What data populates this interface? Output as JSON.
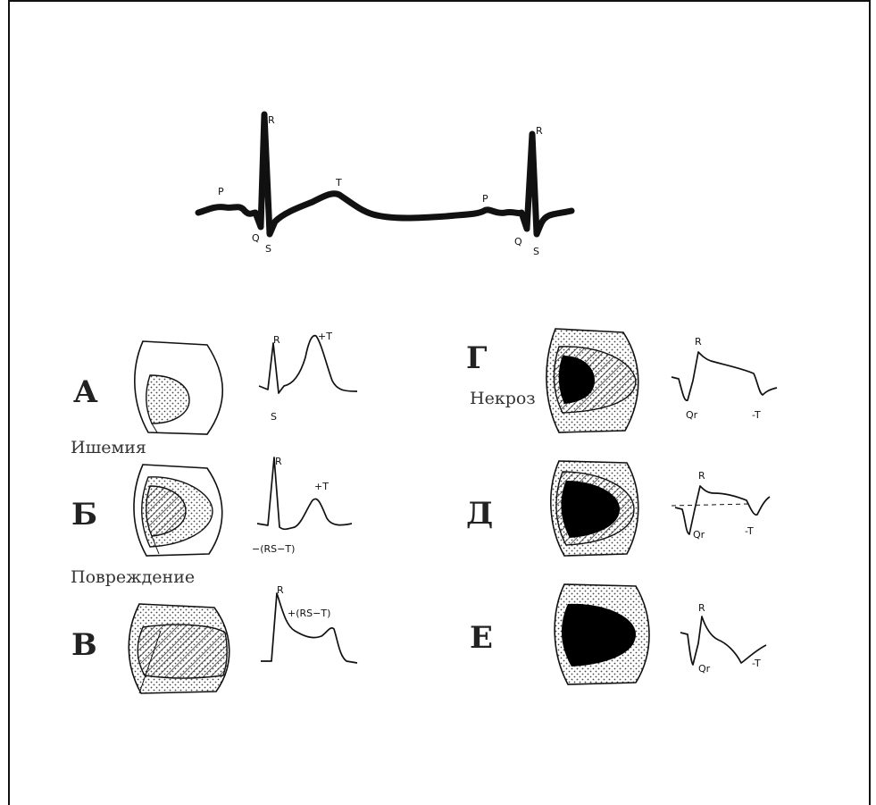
{
  "main_ecg": {
    "labels": {
      "P1": "P",
      "Q1": "Q",
      "R1": "R",
      "S1": "S",
      "T1": "T",
      "P2": "P",
      "Q2": "Q",
      "R2": "R",
      "S2": "S"
    }
  },
  "panels": [
    {
      "id": "A",
      "letter": "А",
      "caption": "Ишемия",
      "labels": {
        "R": "R",
        "T": "+T",
        "S": "S"
      }
    },
    {
      "id": "B",
      "letter": "Б",
      "caption": "Повреждение",
      "labels": {
        "R": "R",
        "T": "+T",
        "ST": "−(RS−T)"
      }
    },
    {
      "id": "V",
      "letter": "В",
      "caption": "",
      "labels": {
        "R": "R",
        "ST": "+(RS−T)"
      }
    },
    {
      "id": "G",
      "letter": "Г",
      "caption": "Некроз",
      "labels": {
        "R": "R",
        "Q": "Qr",
        "T": "-T"
      }
    },
    {
      "id": "D",
      "letter": "Д",
      "caption": "",
      "labels": {
        "R": "R",
        "Q": "Qr",
        "T": "-T"
      }
    },
    {
      "id": "E",
      "letter": "Е",
      "caption": "",
      "labels": {
        "R": "R",
        "Q": "Qr",
        "T": "-T"
      }
    }
  ],
  "colors": {
    "ink": "#111111",
    "frame": "#111111"
  }
}
